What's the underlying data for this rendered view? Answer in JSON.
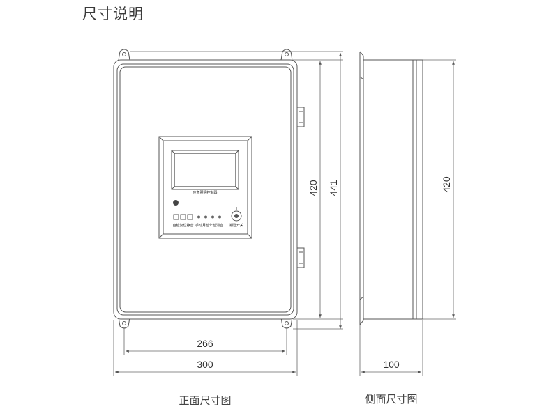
{
  "title": "尺寸说明",
  "front_view": {
    "caption": "正面尺寸图",
    "dim_body_height": "420",
    "dim_total_height": "441",
    "dim_mount_width": "266",
    "dim_total_width": "300",
    "panel_label": "应急照明控制器",
    "button_labels": [
      "自检",
      "复位",
      "静音",
      "手动",
      "月检",
      "年检",
      "消音"
    ],
    "key_switch_label": "钥匙开关"
  },
  "side_view": {
    "caption": "侧面尺寸图",
    "dim_height": "420",
    "dim_depth": "100"
  }
}
